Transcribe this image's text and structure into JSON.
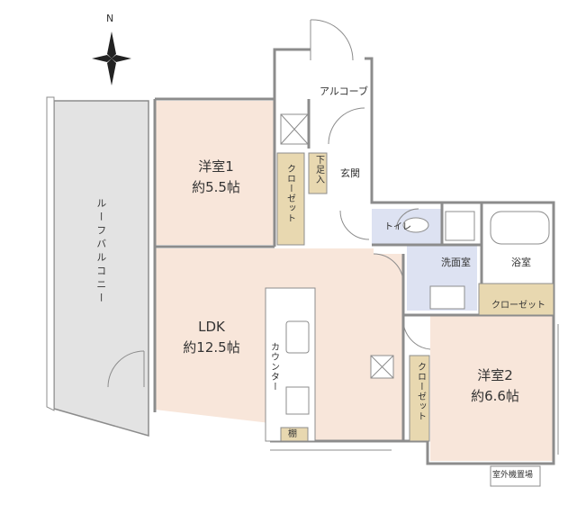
{
  "compass": {
    "north": "N"
  },
  "rooms": {
    "western1": {
      "name": "洋室1",
      "area": "約5.5帖"
    },
    "ldk": {
      "name": "LDK",
      "area": "約12.5帖"
    },
    "western2": {
      "name": "洋室2",
      "area": "約6.6帖"
    },
    "roof_balcony": "ルーフバルコニー",
    "alcove": "アルコーブ",
    "entrance": "玄関",
    "shoe_storage": "下足入",
    "closet_v": "クローゼット",
    "closet_h": "クローゼット",
    "toilet": "トイレ",
    "washroom": "洗面室",
    "bathroom": "浴室",
    "counter": "カウンター",
    "shelf": "棚",
    "outdoor_storage": "室外機置場"
  },
  "colors": {
    "room": "#f8e6da",
    "wet": "#dde2f2",
    "closet": "#e8d8b0",
    "balcony": "#e3e3e3",
    "wall": "#8c8c8c"
  }
}
